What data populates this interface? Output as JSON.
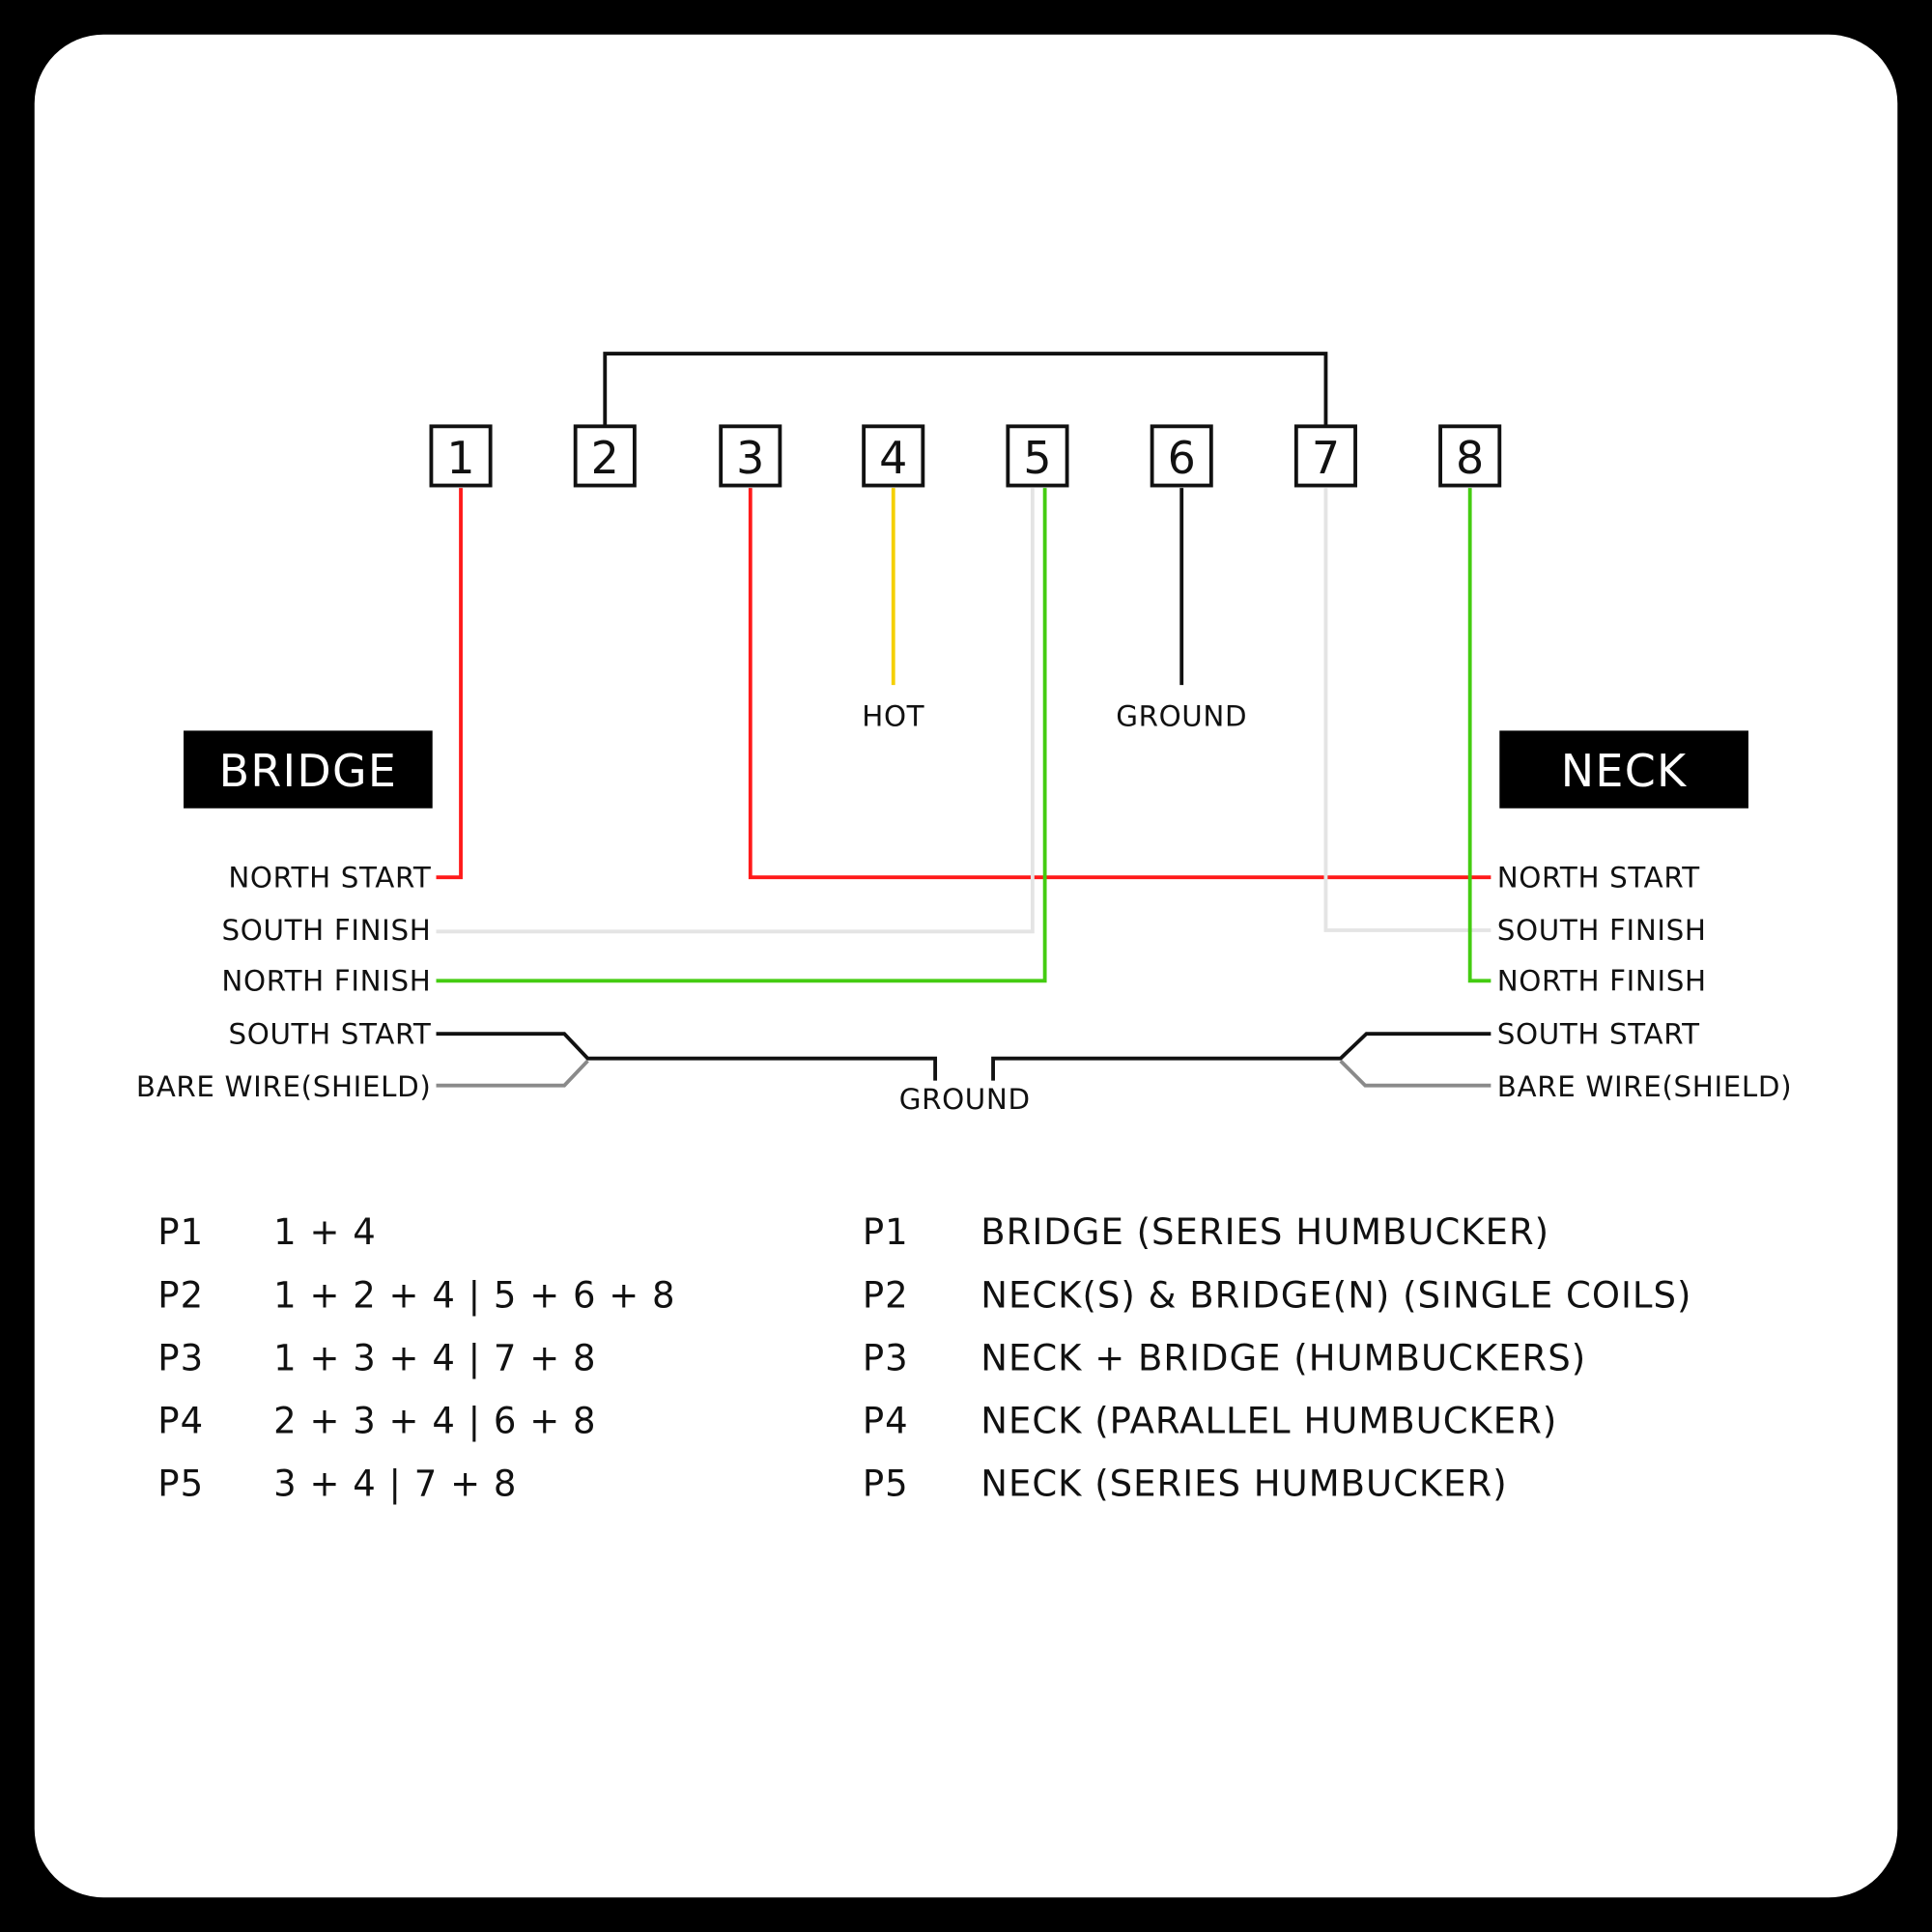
{
  "terminals": [
    "1",
    "2",
    "3",
    "4",
    "5",
    "6",
    "7",
    "8"
  ],
  "labels": {
    "hot": "HOT",
    "ground_top": "GROUND",
    "ground_bottom": "GROUND",
    "bridge": "BRIDGE",
    "neck": "NECK"
  },
  "bridge_wires": [
    "NORTH START",
    "SOUTH FINISH",
    "NORTH FINISH",
    "SOUTH START",
    "BARE WIRE(SHIELD)"
  ],
  "neck_wires": [
    "NORTH START",
    "SOUTH FINISH",
    "NORTH FINISH",
    "SOUTH START",
    "BARE WIRE(SHIELD)"
  ],
  "colors": {
    "red": "#ff1a1a",
    "yellow": "#f5d000",
    "green": "#44cc11",
    "white_wire": "#e4e4e4",
    "black": "#111111",
    "shield": "#8a8a8a"
  },
  "positions_left": [
    {
      "pos": "P1",
      "terminals": "1 + 4"
    },
    {
      "pos": "P2",
      "terminals": "1 + 2 + 4 | 5 + 6 + 8"
    },
    {
      "pos": "P3",
      "terminals": "1 + 3 + 4 | 7 + 8"
    },
    {
      "pos": "P4",
      "terminals": "2 + 3 + 4 | 6 + 8"
    },
    {
      "pos": "P5",
      "terminals": "3 + 4 | 7 + 8"
    }
  ],
  "positions_right": [
    {
      "pos": "P1",
      "desc": "BRIDGE (SERIES HUMBUCKER)"
    },
    {
      "pos": "P2",
      "desc": "NECK(S) & BRIDGE(N) (SINGLE COILS)"
    },
    {
      "pos": "P3",
      "desc": "NECK + BRIDGE (HUMBUCKERS)"
    },
    {
      "pos": "P4",
      "desc": "NECK (PARALLEL HUMBUCKER)"
    },
    {
      "pos": "P5",
      "desc": "NECK (SERIES HUMBUCKER)"
    }
  ]
}
